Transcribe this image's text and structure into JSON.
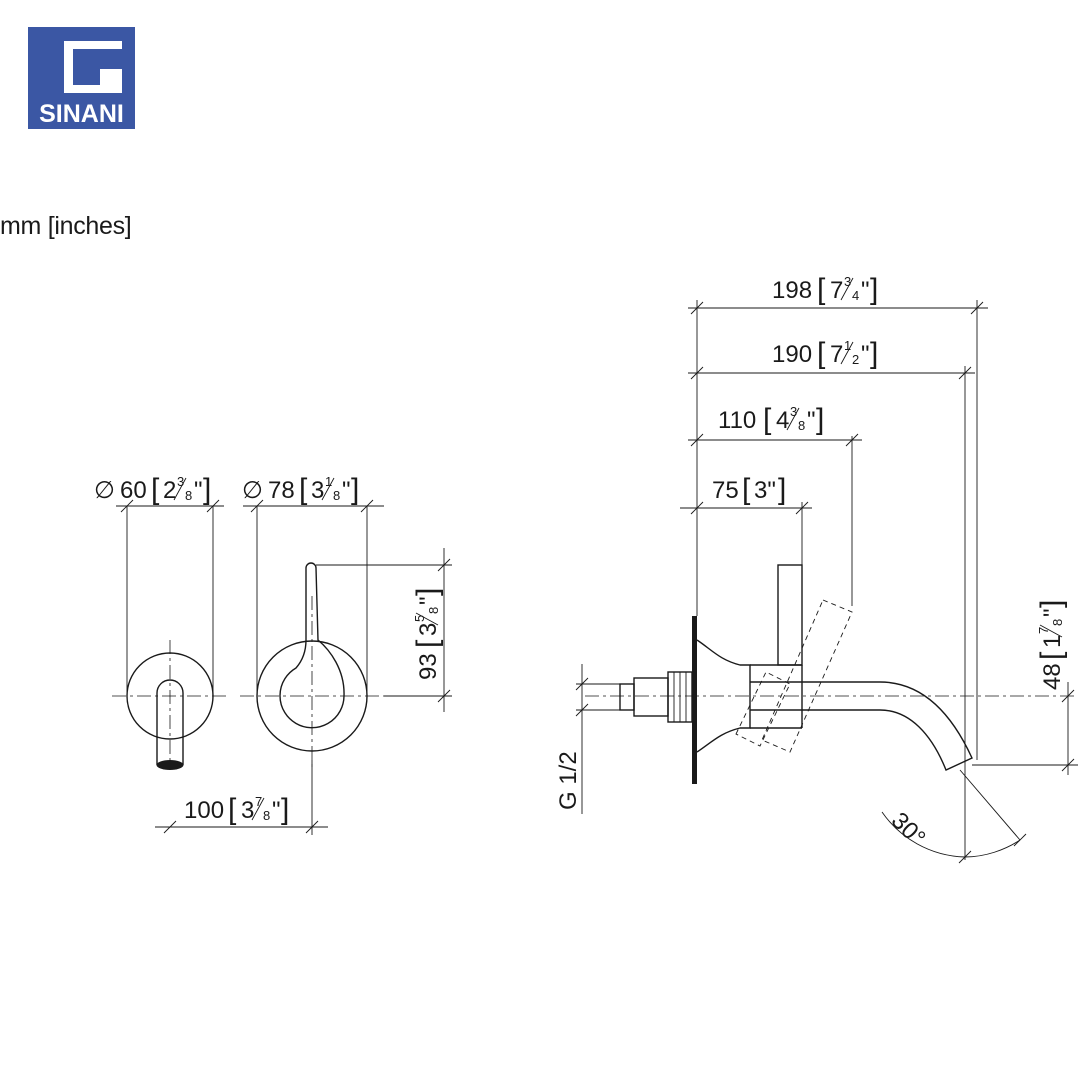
{
  "logo": {
    "text": "SINANI",
    "color": "#3b57a4"
  },
  "units_note": "mm [inches]",
  "dimensions": {
    "d60": {
      "mm": "60",
      "whole": "2",
      "num": "3",
      "den": "8"
    },
    "d78": {
      "mm": "78",
      "whole": "3",
      "num": "1",
      "den": "8"
    },
    "h93": {
      "mm": "93",
      "whole": "3",
      "num": "5",
      "den": "8"
    },
    "w100": {
      "mm": "100",
      "whole": "3",
      "num": "7",
      "den": "8"
    },
    "w198": {
      "mm": "198",
      "whole": "7",
      "num": "3",
      "den": "4"
    },
    "w190": {
      "mm": "190",
      "whole": "7",
      "num": "1",
      "den": "2"
    },
    "w110": {
      "mm": "110",
      "whole": "4",
      "num": "3",
      "den": "8"
    },
    "w75": {
      "mm": "75",
      "inch": "3\""
    },
    "h48": {
      "mm": "48",
      "whole": "1",
      "num": "7",
      "den": "8"
    },
    "thread": "G 1/2",
    "angle": "30°"
  },
  "diameter_symbol": "∅",
  "inch_mark": "\""
}
